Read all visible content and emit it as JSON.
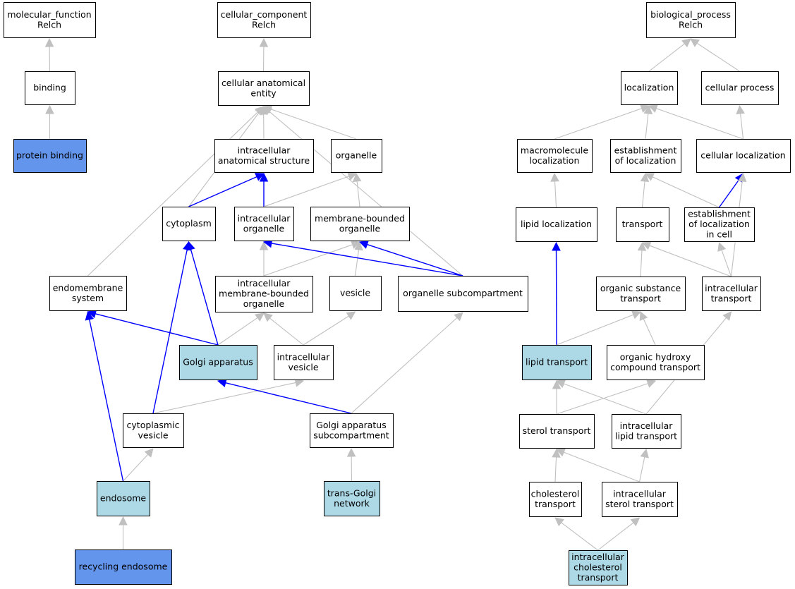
{
  "colors": {
    "default_fill": "#ffffff",
    "highlight_fill": "#add8e6",
    "strong_fill": "#6495ed",
    "grey_edge": "#c0c0c0",
    "blue_edge": "#0000ff"
  },
  "nodes": [
    {
      "id": "mf_root",
      "lines": [
        "molecular_function",
        "Relch"
      ],
      "fill": "default"
    },
    {
      "id": "binding",
      "lines": [
        "binding"
      ],
      "fill": "default"
    },
    {
      "id": "protein_binding",
      "lines": [
        "protein binding"
      ],
      "fill": "strong"
    },
    {
      "id": "cc_root",
      "lines": [
        "cellular_component",
        "Relch"
      ],
      "fill": "default"
    },
    {
      "id": "cae",
      "lines": [
        "cellular anatomical",
        "entity"
      ],
      "fill": "default"
    },
    {
      "id": "ias",
      "lines": [
        "intracellular",
        "anatomical structure"
      ],
      "fill": "default"
    },
    {
      "id": "organelle",
      "lines": [
        "organelle"
      ],
      "fill": "default"
    },
    {
      "id": "cytoplasm",
      "lines": [
        "cytoplasm"
      ],
      "fill": "default"
    },
    {
      "id": "io",
      "lines": [
        "intracellular",
        "organelle"
      ],
      "fill": "default"
    },
    {
      "id": "mbo",
      "lines": [
        "membrane-bounded",
        "organelle"
      ],
      "fill": "default"
    },
    {
      "id": "es",
      "lines": [
        "endomembrane",
        "system"
      ],
      "fill": "default"
    },
    {
      "id": "imbo",
      "lines": [
        "intracellular",
        "membrane-bounded",
        "organelle"
      ],
      "fill": "default"
    },
    {
      "id": "vesicle",
      "lines": [
        "vesicle"
      ],
      "fill": "default"
    },
    {
      "id": "osc",
      "lines": [
        "organelle subcompartment"
      ],
      "fill": "default"
    },
    {
      "id": "golgi",
      "lines": [
        "Golgi apparatus"
      ],
      "fill": "highlight"
    },
    {
      "id": "iv",
      "lines": [
        "intracellular",
        "vesicle"
      ],
      "fill": "default"
    },
    {
      "id": "cv",
      "lines": [
        "cytoplasmic",
        "vesicle"
      ],
      "fill": "default"
    },
    {
      "id": "gasc",
      "lines": [
        "Golgi apparatus",
        "subcompartment"
      ],
      "fill": "default"
    },
    {
      "id": "endosome",
      "lines": [
        "endosome"
      ],
      "fill": "highlight"
    },
    {
      "id": "tgn",
      "lines": [
        "trans-Golgi",
        "network"
      ],
      "fill": "highlight"
    },
    {
      "id": "re",
      "lines": [
        "recycling endosome"
      ],
      "fill": "strong"
    },
    {
      "id": "bp_root",
      "lines": [
        "biological_process",
        "Relch"
      ],
      "fill": "default"
    },
    {
      "id": "loc",
      "lines": [
        "localization"
      ],
      "fill": "default"
    },
    {
      "id": "cp",
      "lines": [
        "cellular process"
      ],
      "fill": "default"
    },
    {
      "id": "ml",
      "lines": [
        "macromolecule",
        "localization"
      ],
      "fill": "default"
    },
    {
      "id": "eol",
      "lines": [
        "establishment",
        "of localization"
      ],
      "fill": "default"
    },
    {
      "id": "cl",
      "lines": [
        "cellular localization"
      ],
      "fill": "default"
    },
    {
      "id": "ll",
      "lines": [
        "lipid localization"
      ],
      "fill": "default"
    },
    {
      "id": "transport",
      "lines": [
        "transport"
      ],
      "fill": "default"
    },
    {
      "id": "eolc",
      "lines": [
        "establishment",
        "of localization",
        "in cell"
      ],
      "fill": "default"
    },
    {
      "id": "ost",
      "lines": [
        "organic substance",
        "transport"
      ],
      "fill": "default"
    },
    {
      "id": "it",
      "lines": [
        "intracellular",
        "transport"
      ],
      "fill": "default"
    },
    {
      "id": "lt",
      "lines": [
        "lipid transport"
      ],
      "fill": "highlight"
    },
    {
      "id": "ohct",
      "lines": [
        "organic hydroxy",
        "compound transport"
      ],
      "fill": "default"
    },
    {
      "id": "st",
      "lines": [
        "sterol transport"
      ],
      "fill": "default"
    },
    {
      "id": "ilt",
      "lines": [
        "intracellular",
        "lipid transport"
      ],
      "fill": "default"
    },
    {
      "id": "ct",
      "lines": [
        "cholesterol",
        "transport"
      ],
      "fill": "default"
    },
    {
      "id": "ist",
      "lines": [
        "intracellular",
        "sterol transport"
      ],
      "fill": "default"
    },
    {
      "id": "ict",
      "lines": [
        "intracellular",
        "cholesterol",
        "transport"
      ],
      "fill": "highlight"
    }
  ],
  "edges": [
    {
      "from": "binding",
      "to": "mf_root",
      "kind": "grey"
    },
    {
      "from": "protein_binding",
      "to": "binding",
      "kind": "grey"
    },
    {
      "from": "cae",
      "to": "cc_root",
      "kind": "grey"
    },
    {
      "from": "ias",
      "to": "cae",
      "kind": "grey"
    },
    {
      "from": "organelle",
      "to": "cae",
      "kind": "grey"
    },
    {
      "from": "cytoplasm",
      "to": "cae",
      "kind": "grey"
    },
    {
      "from": "es",
      "to": "cae",
      "kind": "grey"
    },
    {
      "from": "osc",
      "to": "cae",
      "kind": "grey"
    },
    {
      "from": "cytoplasm",
      "to": "ias",
      "kind": "blue"
    },
    {
      "from": "io",
      "to": "ias",
      "kind": "blue"
    },
    {
      "from": "io",
      "to": "organelle",
      "kind": "grey"
    },
    {
      "from": "mbo",
      "to": "organelle",
      "kind": "grey"
    },
    {
      "from": "imbo",
      "to": "io",
      "kind": "grey"
    },
    {
      "from": "imbo",
      "to": "mbo",
      "kind": "grey"
    },
    {
      "from": "vesicle",
      "to": "mbo",
      "kind": "grey"
    },
    {
      "from": "osc",
      "to": "io",
      "kind": "blue"
    },
    {
      "from": "osc",
      "to": "mbo",
      "kind": "blue"
    },
    {
      "from": "golgi",
      "to": "imbo",
      "kind": "grey"
    },
    {
      "from": "golgi",
      "to": "cytoplasm",
      "kind": "blue"
    },
    {
      "from": "golgi",
      "to": "es",
      "kind": "blue"
    },
    {
      "from": "iv",
      "to": "imbo",
      "kind": "grey"
    },
    {
      "from": "iv",
      "to": "vesicle",
      "kind": "grey"
    },
    {
      "from": "cv",
      "to": "iv",
      "kind": "grey"
    },
    {
      "from": "cv",
      "to": "cytoplasm",
      "kind": "blue"
    },
    {
      "from": "gasc",
      "to": "golgi",
      "kind": "blue"
    },
    {
      "from": "gasc",
      "to": "osc",
      "kind": "grey"
    },
    {
      "from": "endosome",
      "to": "cv",
      "kind": "grey"
    },
    {
      "from": "endosome",
      "to": "es",
      "kind": "blue"
    },
    {
      "from": "tgn",
      "to": "gasc",
      "kind": "grey"
    },
    {
      "from": "re",
      "to": "endosome",
      "kind": "grey"
    },
    {
      "from": "loc",
      "to": "bp_root",
      "kind": "grey"
    },
    {
      "from": "cp",
      "to": "bp_root",
      "kind": "grey"
    },
    {
      "from": "ml",
      "to": "loc",
      "kind": "grey"
    },
    {
      "from": "eol",
      "to": "loc",
      "kind": "grey"
    },
    {
      "from": "cl",
      "to": "loc",
      "kind": "grey"
    },
    {
      "from": "cl",
      "to": "cp",
      "kind": "grey"
    },
    {
      "from": "ll",
      "to": "ml",
      "kind": "grey"
    },
    {
      "from": "transport",
      "to": "eol",
      "kind": "grey"
    },
    {
      "from": "eolc",
      "to": "eol",
      "kind": "grey"
    },
    {
      "from": "eolc",
      "to": "cl",
      "kind": "blue"
    },
    {
      "from": "ost",
      "to": "transport",
      "kind": "grey"
    },
    {
      "from": "it",
      "to": "transport",
      "kind": "grey"
    },
    {
      "from": "it",
      "to": "eolc",
      "kind": "grey"
    },
    {
      "from": "it",
      "to": "cl",
      "kind": "grey"
    },
    {
      "from": "lt",
      "to": "ll",
      "kind": "blue"
    },
    {
      "from": "lt",
      "to": "ost",
      "kind": "grey"
    },
    {
      "from": "ohct",
      "to": "ost",
      "kind": "grey"
    },
    {
      "from": "st",
      "to": "lt",
      "kind": "grey"
    },
    {
      "from": "st",
      "to": "ohct",
      "kind": "grey"
    },
    {
      "from": "ilt",
      "to": "lt",
      "kind": "grey"
    },
    {
      "from": "ilt",
      "to": "it",
      "kind": "grey"
    },
    {
      "from": "ct",
      "to": "st",
      "kind": "grey"
    },
    {
      "from": "ist",
      "to": "st",
      "kind": "grey"
    },
    {
      "from": "ist",
      "to": "ilt",
      "kind": "grey"
    },
    {
      "from": "ict",
      "to": "ct",
      "kind": "grey"
    },
    {
      "from": "ict",
      "to": "ist",
      "kind": "grey"
    }
  ]
}
